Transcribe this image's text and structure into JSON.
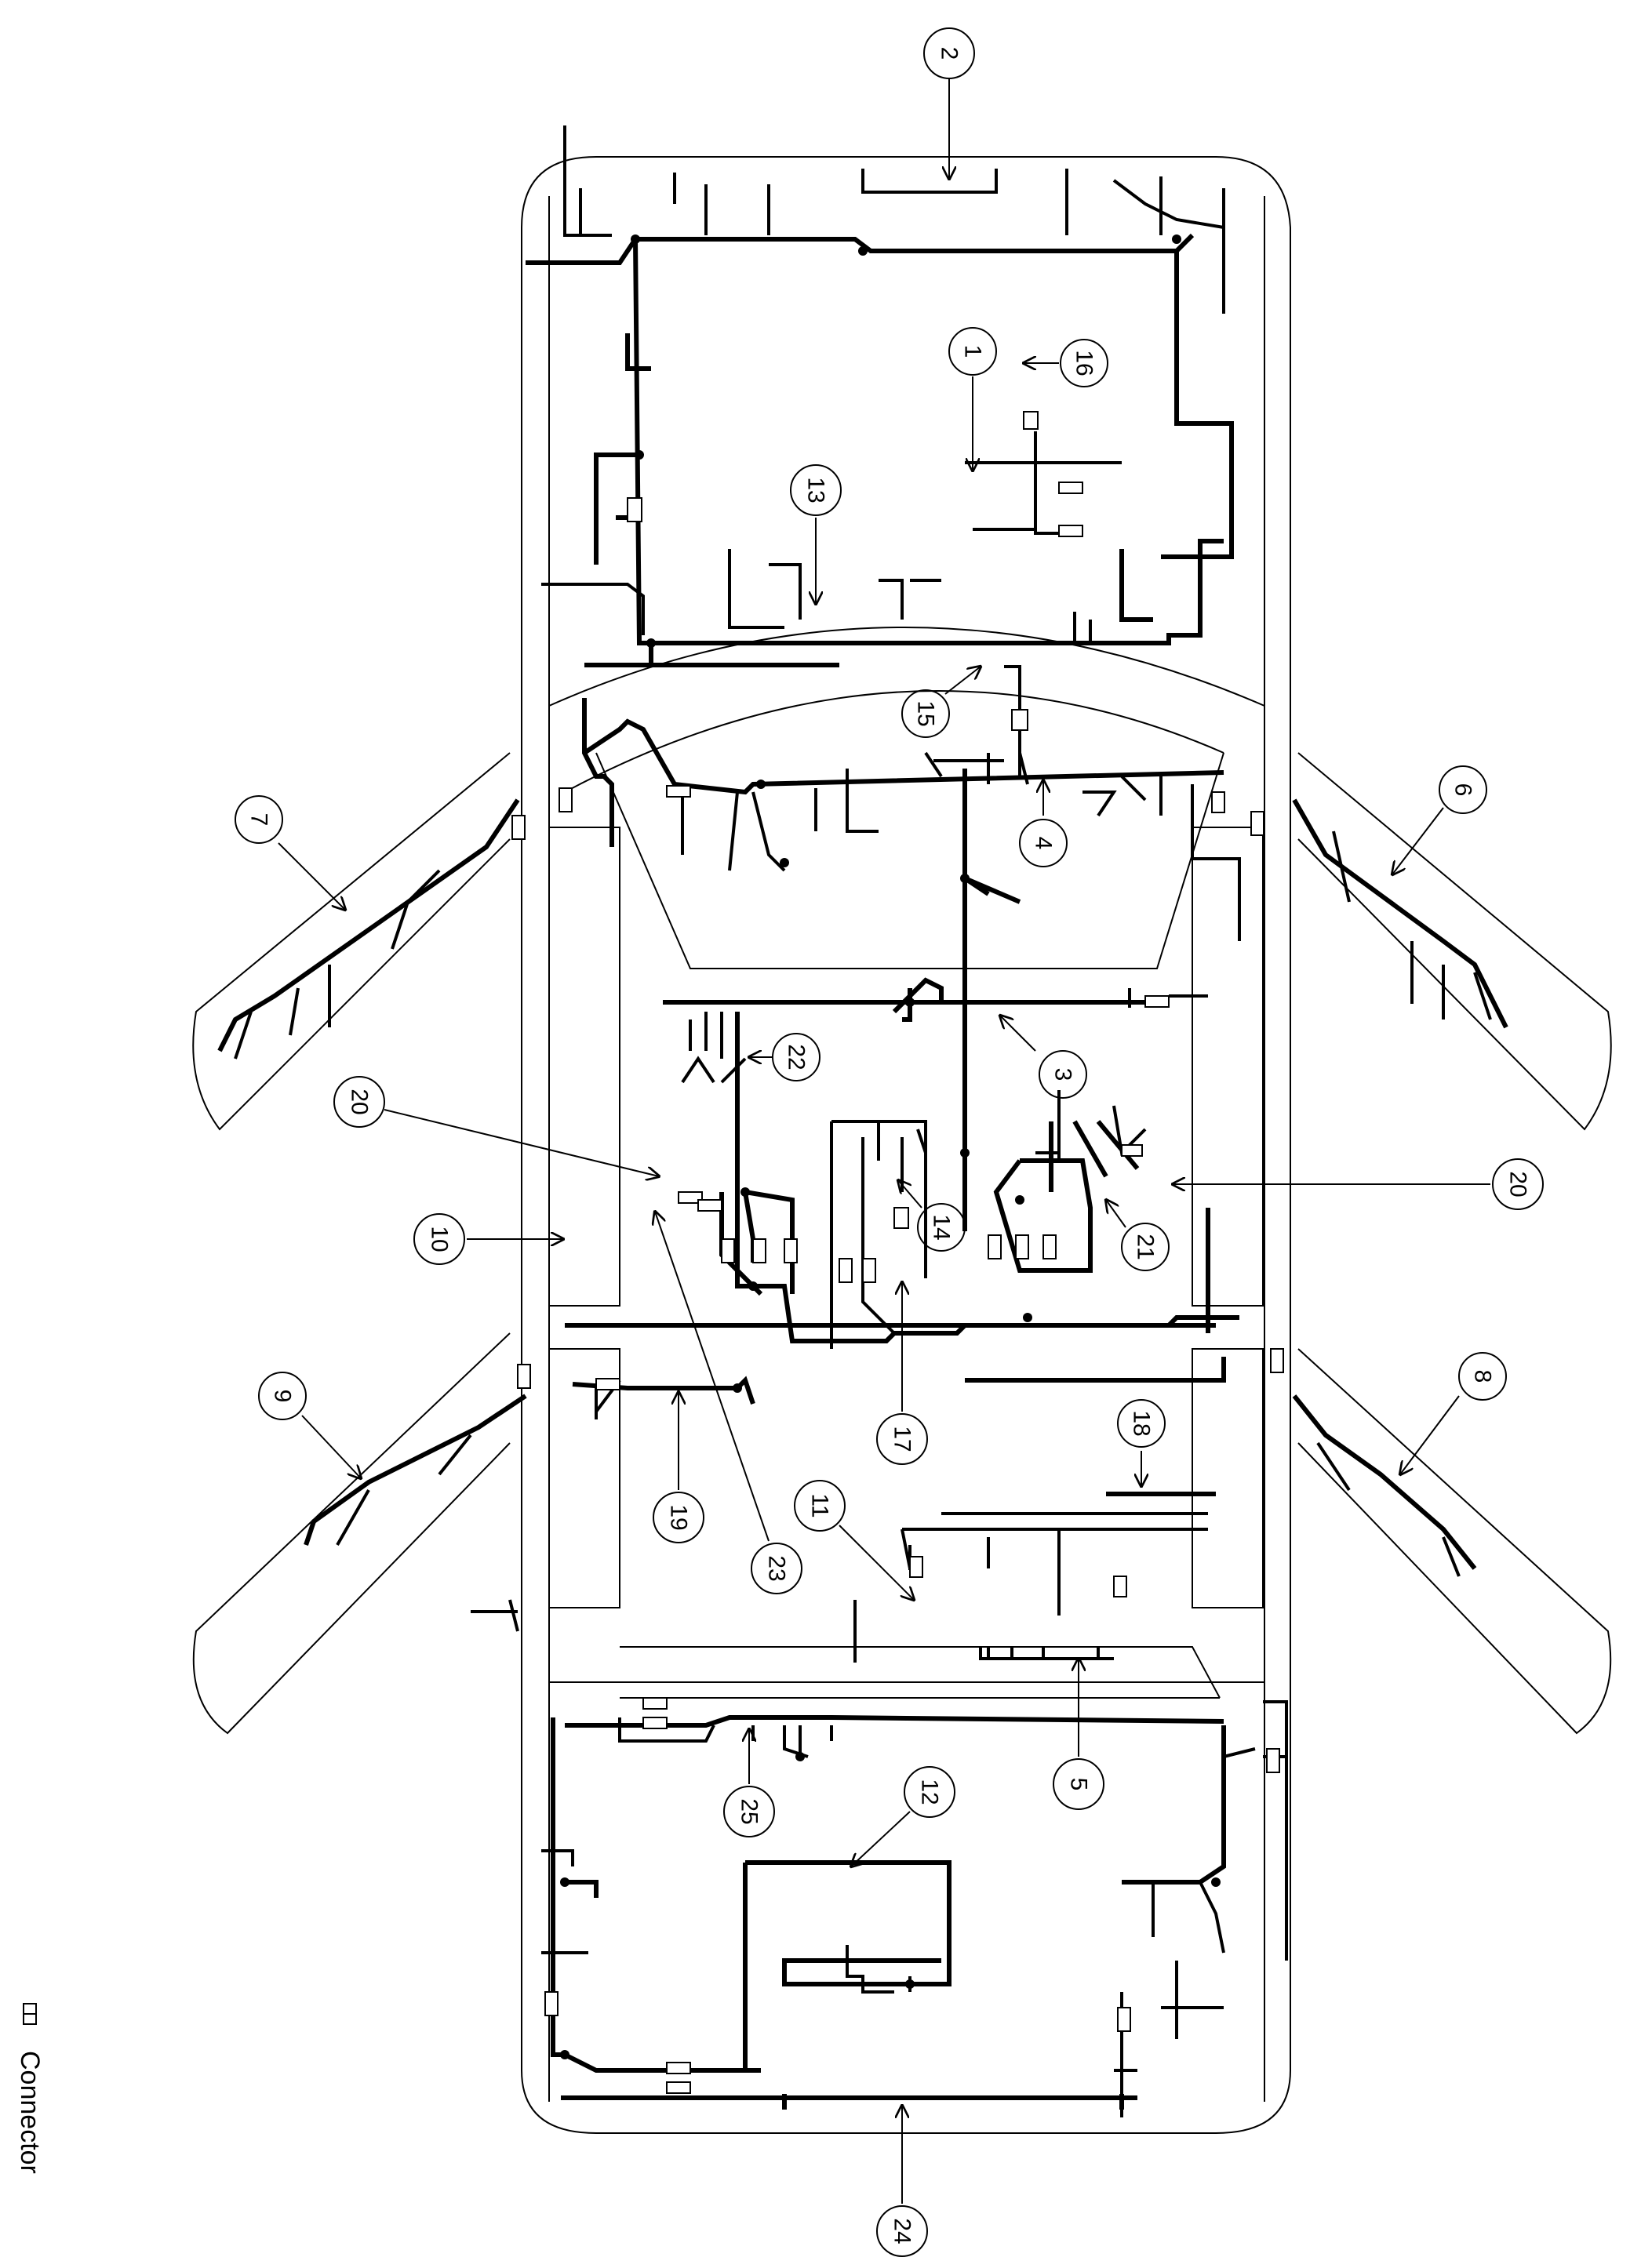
{
  "diagram": {
    "legend": {
      "icon": "connector-symbol-icon",
      "label": "Connector"
    },
    "callouts": [
      {
        "id": "callout-1",
        "label": "1"
      },
      {
        "id": "callout-2",
        "label": "2"
      },
      {
        "id": "callout-3",
        "label": "3"
      },
      {
        "id": "callout-4",
        "label": "4"
      },
      {
        "id": "callout-5",
        "label": "5"
      },
      {
        "id": "callout-6",
        "label": "6"
      },
      {
        "id": "callout-7",
        "label": "7"
      },
      {
        "id": "callout-8",
        "label": "8"
      },
      {
        "id": "callout-9",
        "label": "9"
      },
      {
        "id": "callout-10",
        "label": "10"
      },
      {
        "id": "callout-11",
        "label": "11"
      },
      {
        "id": "callout-12",
        "label": "12"
      },
      {
        "id": "callout-13",
        "label": "13"
      },
      {
        "id": "callout-14",
        "label": "14"
      },
      {
        "id": "callout-15",
        "label": "15"
      },
      {
        "id": "callout-16",
        "label": "16"
      },
      {
        "id": "callout-17",
        "label": "17"
      },
      {
        "id": "callout-18",
        "label": "18"
      },
      {
        "id": "callout-19",
        "label": "19"
      },
      {
        "id": "callout-20a",
        "label": "20"
      },
      {
        "id": "callout-20b",
        "label": "20"
      },
      {
        "id": "callout-21",
        "label": "21"
      },
      {
        "id": "callout-22",
        "label": "22"
      },
      {
        "id": "callout-23",
        "label": "23"
      },
      {
        "id": "callout-24",
        "label": "24"
      },
      {
        "id": "callout-25",
        "label": "25"
      }
    ]
  }
}
